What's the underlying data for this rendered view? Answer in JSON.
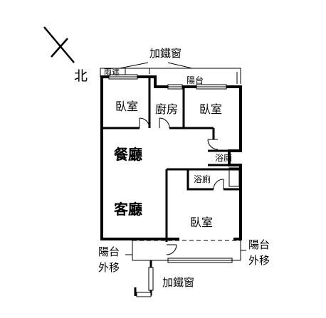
{
  "compass": {
    "north_label": "北"
  },
  "labels": {
    "window_bars_top": "加鐵窗",
    "awning": "雨遮",
    "balcony": "陽台",
    "bedroom_top_left": "臥室",
    "kitchen": "廚房",
    "bedroom_top_right": "臥室",
    "dining": "餐廳",
    "bathroom_1": "浴廁",
    "bathroom_2": "浴廁",
    "living": "客廳",
    "bedroom_bottom": "臥室",
    "balcony_moved_left_1": "陽台",
    "balcony_moved_left_2": "外移",
    "balcony_moved_right_1": "陽台",
    "balcony_moved_right_2": "外移",
    "window_bars_bottom": "加鐵窗"
  }
}
